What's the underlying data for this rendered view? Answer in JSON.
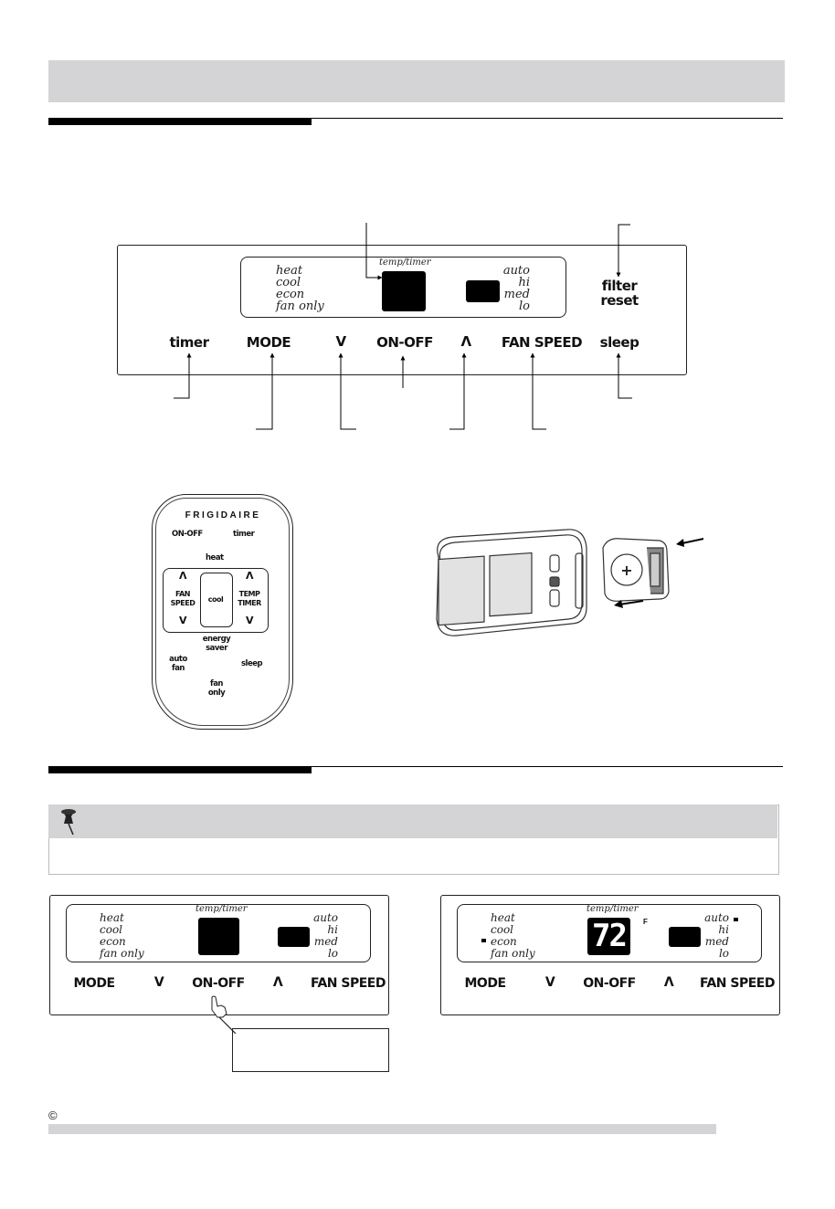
{
  "panel": {
    "display_label": "temp/timer",
    "modes": [
      "heat",
      "cool",
      "econ",
      "fan only"
    ],
    "fan_speeds": [
      "auto",
      "hi",
      "med",
      "lo"
    ],
    "filter_reset": [
      "filter",
      "reset"
    ],
    "buttons": {
      "timer": "timer",
      "mode": "MODE",
      "down": "V",
      "on_off": "ON-OFF",
      "up": "Λ",
      "fan_speed": "FAN SPEED",
      "sleep": "sleep"
    }
  },
  "remote": {
    "brand": "FRIGIDAIRE",
    "on_off": "ON-OFF",
    "timer": "timer",
    "heat": "heat",
    "fan_speed": [
      "FAN",
      "SPEED"
    ],
    "cool": "cool",
    "temp_timer": [
      "TEMP",
      "TIMER"
    ],
    "up": "Λ",
    "down": "V",
    "energy_saver": [
      "energy",
      "saver"
    ],
    "auto_fan": [
      "auto",
      "fan"
    ],
    "sleep": "sleep",
    "fan_only": [
      "fan",
      "only"
    ]
  },
  "battery": {
    "plus": "+"
  },
  "example_panels": {
    "display_label": "temp/timer",
    "modes": [
      "heat",
      "cool",
      "econ",
      "fan only"
    ],
    "fan_speeds": [
      "auto",
      "hi",
      "med",
      "lo"
    ],
    "buttons": [
      "MODE",
      "V",
      "ON-OFF",
      "Λ",
      "FAN SPEED"
    ],
    "temperature": "72",
    "unit": "F"
  },
  "footer": {
    "copyright": "©"
  }
}
